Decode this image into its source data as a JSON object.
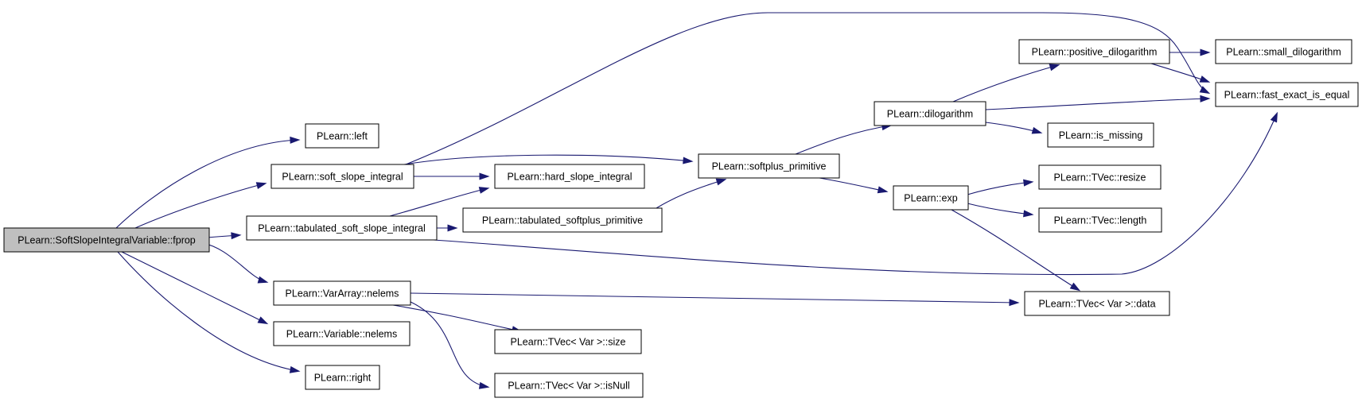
{
  "graph": {
    "root": "fprop",
    "edge_color": "#191970",
    "root_fill": "#bfbfbf",
    "node_fill": "#ffffff",
    "nodes": [
      {
        "id": "fprop",
        "label": "PLearn::SoftSlopeIntegralVariable::fprop"
      },
      {
        "id": "left",
        "label": "PLearn::left"
      },
      {
        "id": "soft_slope_integral",
        "label": "PLearn::soft_slope_integral"
      },
      {
        "id": "tabulated_soft_slope_integral",
        "label": "PLearn::tabulated_soft_slope_integral"
      },
      {
        "id": "varray_nelems",
        "label": "PLearn::VarArray::nelems"
      },
      {
        "id": "variable_nelems",
        "label": "PLearn::Variable::nelems"
      },
      {
        "id": "right",
        "label": "PLearn::right"
      },
      {
        "id": "hard_slope_integral",
        "label": "PLearn::hard_slope_integral"
      },
      {
        "id": "tabulated_softplus_primitive",
        "label": "PLearn::tabulated_softplus_primitive"
      },
      {
        "id": "tvec_var_size",
        "label": "PLearn::TVec< Var >::size"
      },
      {
        "id": "tvec_var_isnull",
        "label": "PLearn::TVec< Var >::isNull"
      },
      {
        "id": "softplus_primitive",
        "label": "PLearn::softplus_primitive"
      },
      {
        "id": "dilogarithm",
        "label": "PLearn::dilogarithm"
      },
      {
        "id": "exp",
        "label": "PLearn::exp"
      },
      {
        "id": "positive_dilogarithm",
        "label": "PLearn::positive_dilogarithm"
      },
      {
        "id": "is_missing",
        "label": "PLearn::is_missing"
      },
      {
        "id": "tvec_resize",
        "label": "PLearn::TVec::resize"
      },
      {
        "id": "tvec_length",
        "label": "PLearn::TVec::length"
      },
      {
        "id": "tvec_var_data",
        "label": "PLearn::TVec< Var >::data"
      },
      {
        "id": "small_dilogarithm",
        "label": "PLearn::small_dilogarithm"
      },
      {
        "id": "fast_exact_is_equal",
        "label": "PLearn::fast_exact_is_equal"
      }
    ],
    "edges": [
      {
        "from": "fprop",
        "to": "left"
      },
      {
        "from": "fprop",
        "to": "soft_slope_integral"
      },
      {
        "from": "fprop",
        "to": "tabulated_soft_slope_integral"
      },
      {
        "from": "fprop",
        "to": "varray_nelems"
      },
      {
        "from": "fprop",
        "to": "variable_nelems"
      },
      {
        "from": "fprop",
        "to": "right"
      },
      {
        "from": "soft_slope_integral",
        "to": "hard_slope_integral"
      },
      {
        "from": "soft_slope_integral",
        "to": "softplus_primitive"
      },
      {
        "from": "soft_slope_integral",
        "to": "fast_exact_is_equal"
      },
      {
        "from": "tabulated_soft_slope_integral",
        "to": "hard_slope_integral"
      },
      {
        "from": "tabulated_soft_slope_integral",
        "to": "tabulated_softplus_primitive"
      },
      {
        "from": "tabulated_soft_slope_integral",
        "to": "fast_exact_is_equal"
      },
      {
        "from": "tabulated_softplus_primitive",
        "to": "softplus_primitive"
      },
      {
        "from": "varray_nelems",
        "to": "tvec_var_data"
      },
      {
        "from": "varray_nelems",
        "to": "tvec_var_size"
      },
      {
        "from": "varray_nelems",
        "to": "tvec_var_isnull"
      },
      {
        "from": "softplus_primitive",
        "to": "dilogarithm"
      },
      {
        "from": "softplus_primitive",
        "to": "exp"
      },
      {
        "from": "dilogarithm",
        "to": "positive_dilogarithm"
      },
      {
        "from": "dilogarithm",
        "to": "fast_exact_is_equal"
      },
      {
        "from": "dilogarithm",
        "to": "is_missing"
      },
      {
        "from": "positive_dilogarithm",
        "to": "small_dilogarithm"
      },
      {
        "from": "positive_dilogarithm",
        "to": "fast_exact_is_equal"
      },
      {
        "from": "exp",
        "to": "tvec_resize"
      },
      {
        "from": "exp",
        "to": "tvec_length"
      },
      {
        "from": "exp",
        "to": "tvec_var_data"
      }
    ]
  }
}
